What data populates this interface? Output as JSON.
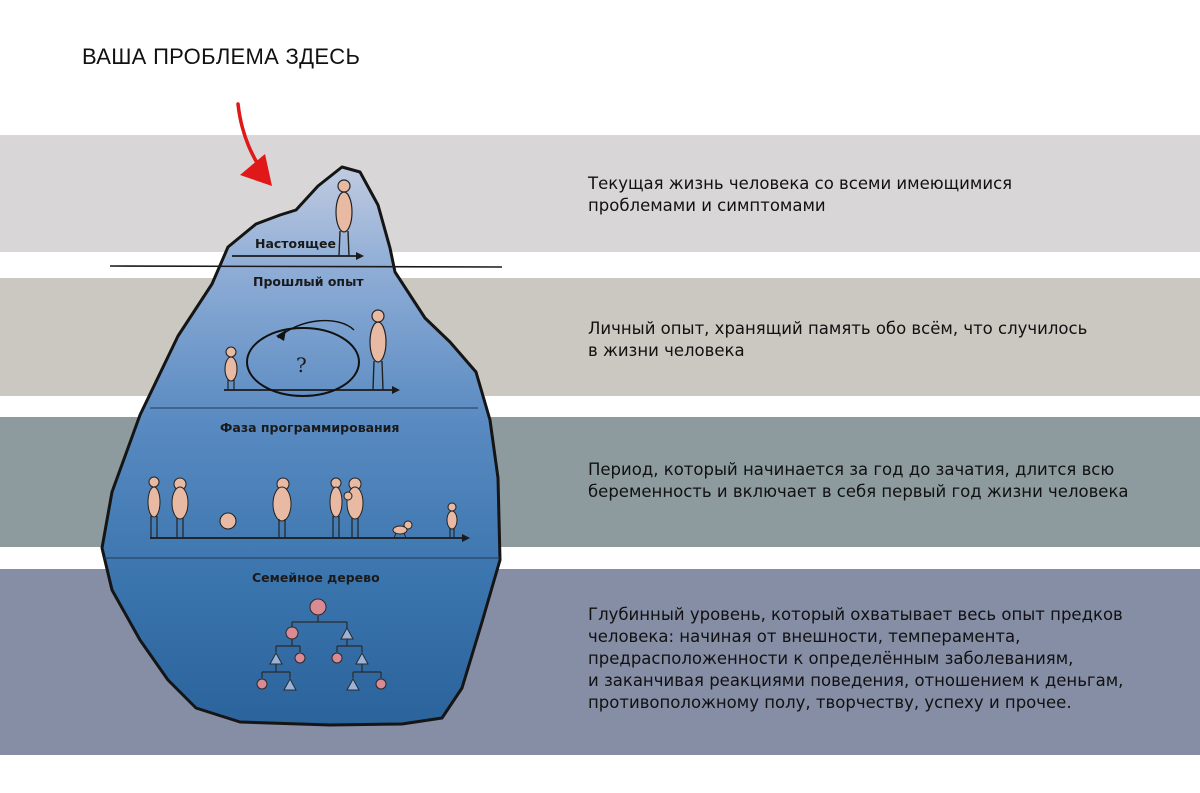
{
  "title": "ВАША ПРОБЛЕМА ЗДЕСЬ",
  "iceberg": {
    "labels": {
      "present": "Настоящее",
      "past": "Прошлый опыт",
      "programming": "Фаза программирования",
      "family": "Семейное дерево"
    },
    "question_mark": "?"
  },
  "levels": [
    {
      "description": "Текущая жизнь человека со всеми имеющимися\nпроблемами и симптомами"
    },
    {
      "description": "Личный опыт, хранящий память обо всём, что случилось\nв жизни человека"
    },
    {
      "description": "Период, который начинается за год до зачатия, длится всю\nбеременность и включает в себя первый год жизни человека"
    },
    {
      "description": "Глубинный уровень, который охватывает весь опыт предков\nчеловека: начиная от внешности, темперамента,\nпредрасположенности к определённым заболеваниям,\nи заканчивая реакциями поведения, отношением к деньгам,\nпротивоположному полу, творчеству, успеху и прочее."
    }
  ],
  "colors": {
    "band1": "#d9d6d7",
    "band2": "#cbc8c2",
    "band3": "#8d9b9e",
    "band4": "#868ea6",
    "arrow": "#e01818",
    "ice_top": "#b3c2dc",
    "ice_deep": "#2f69a2",
    "figure": "#e8b9a3",
    "tree_node": "#d98a92",
    "tree_triangle": "#9cb3d8"
  }
}
